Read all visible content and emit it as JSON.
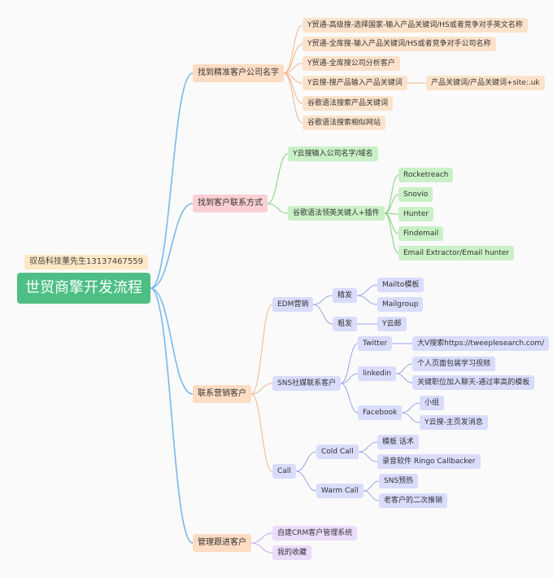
{
  "root": {
    "title": "世贸商擎开发流程",
    "note": "驭岳科技董先生13137467559"
  },
  "colors": {
    "curve_blue": "#7ab8ec",
    "curve_orange": "#f2b48a",
    "curve_green": "#7fd37a",
    "curve_indigo": "#9fa3ec",
    "curve_purple": "#c8a4ee",
    "root_fill": "#4dbf85"
  },
  "branches": {
    "find_company": {
      "label": "找到精准客户公司名字",
      "items": [
        "Y贸通-高级搜-选择国家-输入产品关键词/HS或者竞争对手英文名称",
        "Y贸通-全库搜-输入产品关键词/HS或者竞争对手公司名称",
        "Y贸通-全库搜公司分析客户",
        "Y云搜-搜产品输入产品关键词",
        "谷歌语法搜索产品关键词",
        "谷歌语法搜索相似网站"
      ],
      "sub": "产品关键词/产品关键词+site:.uk"
    },
    "find_contact": {
      "label": "找到客户联系方式",
      "items": [
        "Y云搜输入公司名字/域名",
        "谷歌语法领英关键人+插件"
      ],
      "plugins": [
        "Rocketreach",
        "Snovio",
        "Hunter",
        "Findemail",
        "Email Extractor/Email hunter"
      ]
    },
    "contact": {
      "label": "联系营销客户",
      "edm": {
        "label": "EDM营销",
        "fine": {
          "label": "精发",
          "items": [
            "Mailto模板",
            "Mailgroup"
          ]
        },
        "rough": {
          "label": "粗发",
          "items": [
            "Y云邮"
          ]
        }
      },
      "sns": {
        "label": "SNS社媒联系客户",
        "twitter": {
          "label": "Twitter",
          "items": [
            "大V搜索https://tweeplesearch.com/"
          ]
        },
        "linkedin": {
          "label": "linkedin",
          "items": [
            "个人页面包装学习视频",
            "关键职位加入聊天-通过率高的模板"
          ]
        },
        "facebook": {
          "label": "Facebook",
          "items": [
            "小组",
            "Y云搜-主页发消息"
          ]
        }
      },
      "call": {
        "label": "Call",
        "cold": {
          "label": "Cold Call",
          "items": [
            "模板 话术",
            "录音软件 Ringo  Callbacker"
          ]
        },
        "warm": {
          "label": "Warm Call",
          "items": [
            "SNS预热",
            "老客户的二次推销"
          ]
        }
      }
    },
    "manage": {
      "label": "管理跟进客户",
      "items": [
        "自建CRM客户管理系统",
        "我的收藏"
      ]
    }
  }
}
